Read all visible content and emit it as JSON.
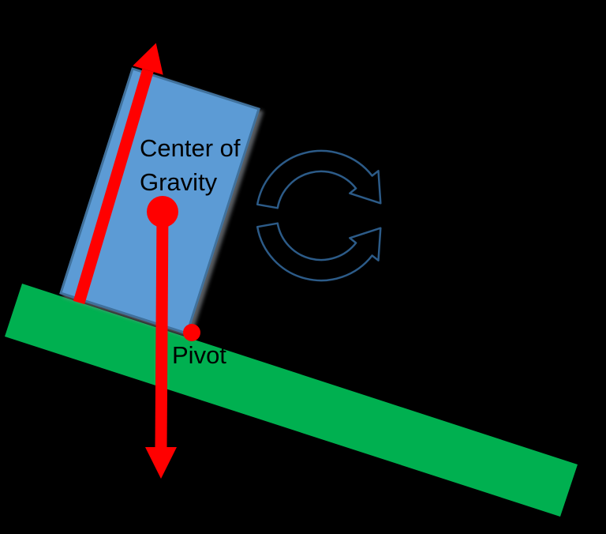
{
  "diagram": {
    "background": "#000000",
    "labels": {
      "center_of_gravity": "Center of\nGravity",
      "pivot": "Pivot"
    },
    "colors": {
      "ramp": "#00B050",
      "box_fill": "#5B9BD5",
      "box_border": "#41719C",
      "force_arrow": "#FF0000",
      "marker_dot": "#FF0000",
      "rotation_icon_stroke": "#2C5B88",
      "rotation_icon_fill": "#000000",
      "label_text": "#000000"
    },
    "icons": {
      "rotation": "clockwise-rotation-arrows"
    }
  }
}
